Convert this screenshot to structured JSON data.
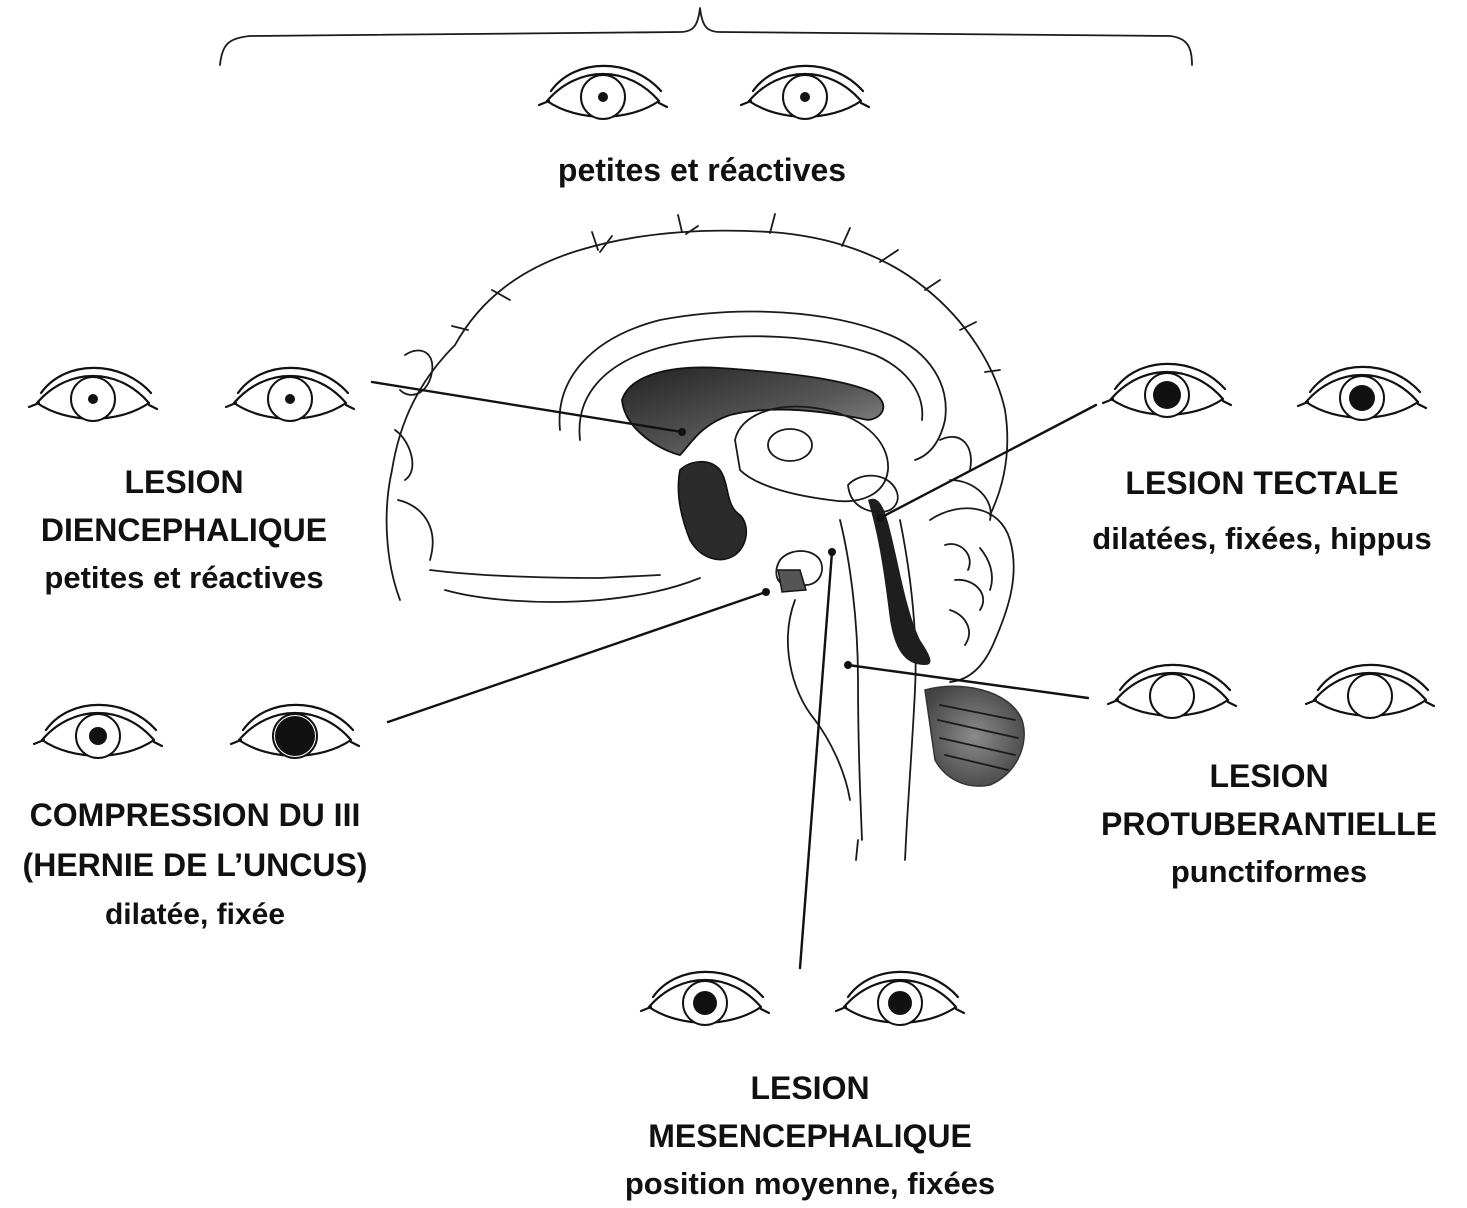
{
  "diagram": {
    "top_caption": "petites et réactives",
    "lesions": {
      "diencephalic": {
        "title_line1": "LESION",
        "title_line2": "DIENCEPHALIQUE",
        "pupils": "petites et réactives"
      },
      "third_nerve": {
        "title_line1": "COMPRESSION DU III",
        "title_line2": "(HERNIE DE L’UNCUS)",
        "pupils": "dilatée, fixée"
      },
      "tectal": {
        "title": "LESION TECTALE",
        "pupils": "dilatées, fixées, hippus"
      },
      "pontine": {
        "title_line1": "LESION",
        "title_line2": "PROTUBERANTIELLE",
        "pupils": "punctiformes"
      },
      "midbrain": {
        "title_line1": "LESION",
        "title_line2": "MESENCEPHALIQUE",
        "pupils": "position moyenne, fixées"
      }
    },
    "colors": {
      "ink": "#111111",
      "background": "#ffffff",
      "shading": "#3a3a3a"
    }
  }
}
